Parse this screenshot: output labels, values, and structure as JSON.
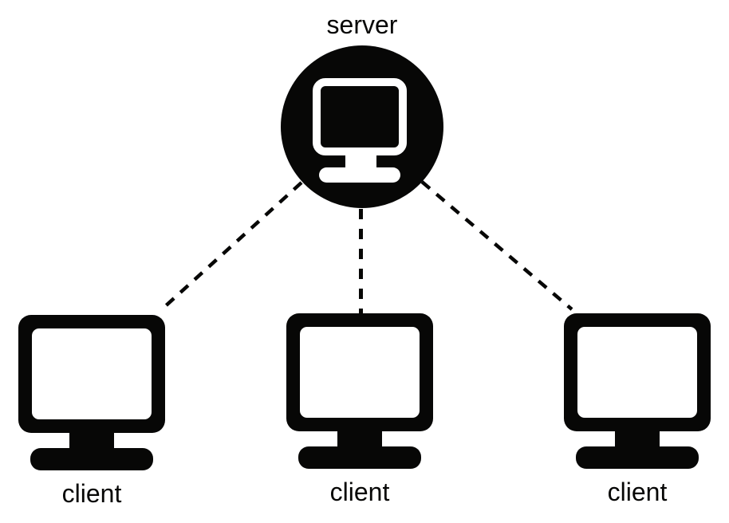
{
  "diagram": {
    "type": "network-topology",
    "background_color": "#ffffff",
    "ink_color": "#070706",
    "server": {
      "label": "server",
      "icon": "desktop-computer-icon",
      "shape": "filled-circle"
    },
    "clients": [
      {
        "label": "client",
        "icon": "desktop-monitor-icon"
      },
      {
        "label": "client",
        "icon": "desktop-monitor-icon"
      },
      {
        "label": "client",
        "icon": "desktop-monitor-icon"
      }
    ],
    "connections": [
      {
        "from": "server",
        "to": "client-1",
        "style": "dashed"
      },
      {
        "from": "server",
        "to": "client-2",
        "style": "dashed"
      },
      {
        "from": "server",
        "to": "client-3",
        "style": "dashed"
      }
    ]
  }
}
